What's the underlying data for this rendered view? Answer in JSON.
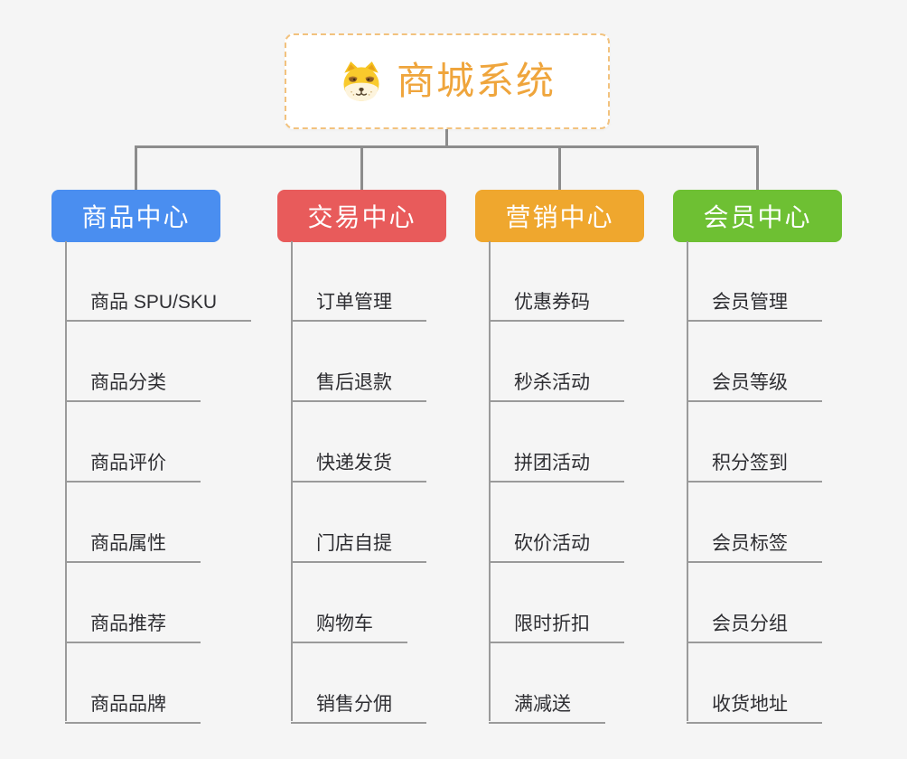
{
  "root": {
    "title": "商城系统",
    "icon": "dog-face-icon"
  },
  "colors": {
    "background": "#f5f5f5",
    "connector": "#8c8c8c",
    "underline": "#9a9a9a",
    "root_text": "#efa53c",
    "root_border": "#f2c27e",
    "leaf_text": "#2e2e32"
  },
  "branches": [
    {
      "label": "商品中心",
      "color": "#4a8ef0",
      "children": [
        "商品 SPU/SKU",
        "商品分类",
        "商品评价",
        "商品属性",
        "商品推荐",
        "商品品牌"
      ]
    },
    {
      "label": "交易中心",
      "color": "#e85b5b",
      "children": [
        "订单管理",
        "售后退款",
        "快递发货",
        "门店自提",
        "购物车",
        "销售分佣"
      ]
    },
    {
      "label": "营销中心",
      "color": "#efa72e",
      "children": [
        "优惠券码",
        "秒杀活动",
        "拼团活动",
        "砍价活动",
        "限时折扣",
        "满减送"
      ]
    },
    {
      "label": "会员中心",
      "color": "#6ec033",
      "children": [
        "会员管理",
        "会员等级",
        "积分签到",
        "会员标签",
        "会员分组",
        "收货地址"
      ]
    }
  ]
}
